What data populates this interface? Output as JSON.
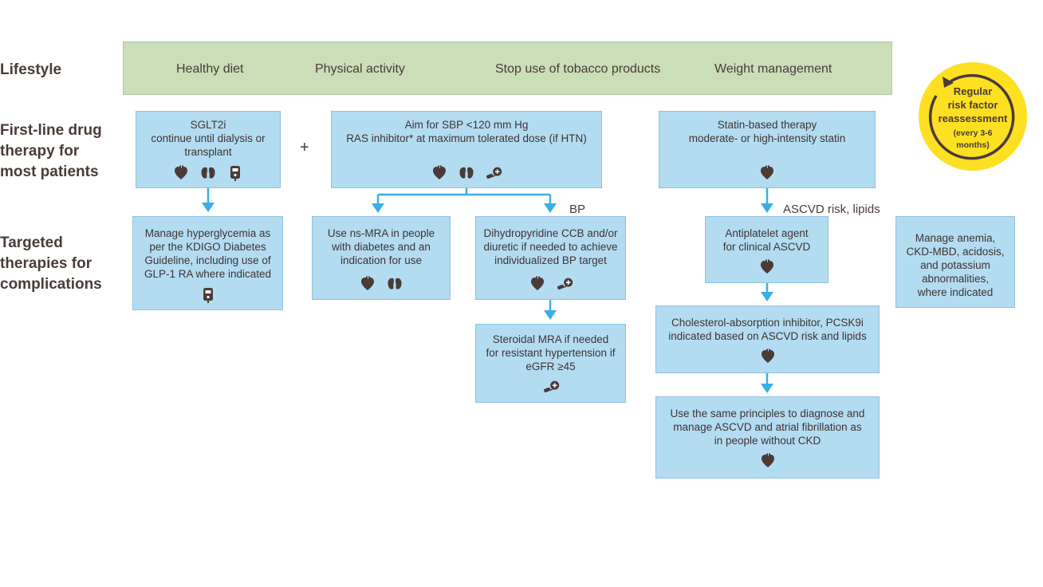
{
  "rows": {
    "lifestyle": "Lifestyle",
    "first_line": [
      "First-line drug",
      "therapy for",
      "most patients"
    ],
    "targeted": [
      "Targeted",
      "therapies for",
      "complications"
    ]
  },
  "lifestyle_items": [
    "Healthy diet",
    "Physical activity",
    "Stop use of tobacco products",
    "Weight management"
  ],
  "cycle": {
    "title_lines": [
      "Regular",
      "risk factor",
      "reassessment"
    ],
    "sub_lines": [
      "(every 3-6",
      "months)"
    ]
  },
  "plus_sign": "+",
  "edge_labels": {
    "bp": "BP",
    "ascvd": "ASCVD risk, lipids"
  },
  "boxes": {
    "sglt2i": {
      "lines": [
        "SGLT2i",
        "continue until dialysis or",
        "transplant"
      ],
      "icons": [
        "heart-icon",
        "kidney-icon",
        "glucose-meter-icon"
      ]
    },
    "ras": {
      "lines": [
        "Aim for SBP <120 mm Hg",
        "RAS inhibitor* at maximum tolerated dose (if HTN)"
      ],
      "icons": [
        "heart-icon",
        "kidney-icon",
        "blood-pressure-cuff-icon"
      ]
    },
    "statin": {
      "lines": [
        "Statin-based therapy",
        "moderate- or high-intensity statin"
      ],
      "icons": [
        "heart-icon"
      ]
    },
    "hyperglycemia": {
      "lines": [
        "Manage hyperglycemia as",
        "per the KDIGO Diabetes",
        "Guideline, including use of",
        "GLP-1 RA where indicated"
      ],
      "icons": [
        "glucose-meter-icon"
      ]
    },
    "nsmra": {
      "lines": [
        "Use ns-MRA in people",
        "with diabetes and an",
        "indication for use"
      ],
      "icons": [
        "heart-icon",
        "kidney-icon"
      ]
    },
    "ccb": {
      "lines": [
        "Dihydropyridine CCB and/or",
        "diuretic if needed to achieve",
        "individualized BP target"
      ],
      "icons": [
        "heart-icon",
        "blood-pressure-cuff-icon"
      ]
    },
    "steroidal": {
      "lines": [
        "Steroidal MRA if needed",
        "for resistant hypertension if",
        "eGFR ≥45"
      ],
      "icons": [
        "blood-pressure-cuff-icon"
      ]
    },
    "antiplatelet": {
      "lines": [
        "Antiplatelet agent",
        "for clinical ASCVD"
      ],
      "icons": [
        "heart-icon"
      ]
    },
    "cholesterol": {
      "lines": [
        "Cholesterol-absorption inhibitor, PCSK9i",
        "indicated based on ASCVD risk and lipids"
      ],
      "icons": [
        "heart-icon"
      ]
    },
    "principles": {
      "lines": [
        "Use the same principles to diagnose and",
        "manage ASCVD and atrial fibrillation as",
        "in people without CKD"
      ],
      "icons": [
        "heart-icon"
      ]
    },
    "anemia": {
      "lines": [
        "Manage anemia,",
        "CKD-MBD, acidosis,",
        "and potassium",
        "abnormalities,",
        "where indicated"
      ],
      "icons": []
    }
  },
  "colors": {
    "lifestyle_bg": "#c9deb9",
    "box_bg": "#b3dcf1",
    "arrow": "#3aaee6",
    "circle_bg": "#fde022",
    "text": "#4a3b38",
    "icon": "#4a3b38"
  }
}
